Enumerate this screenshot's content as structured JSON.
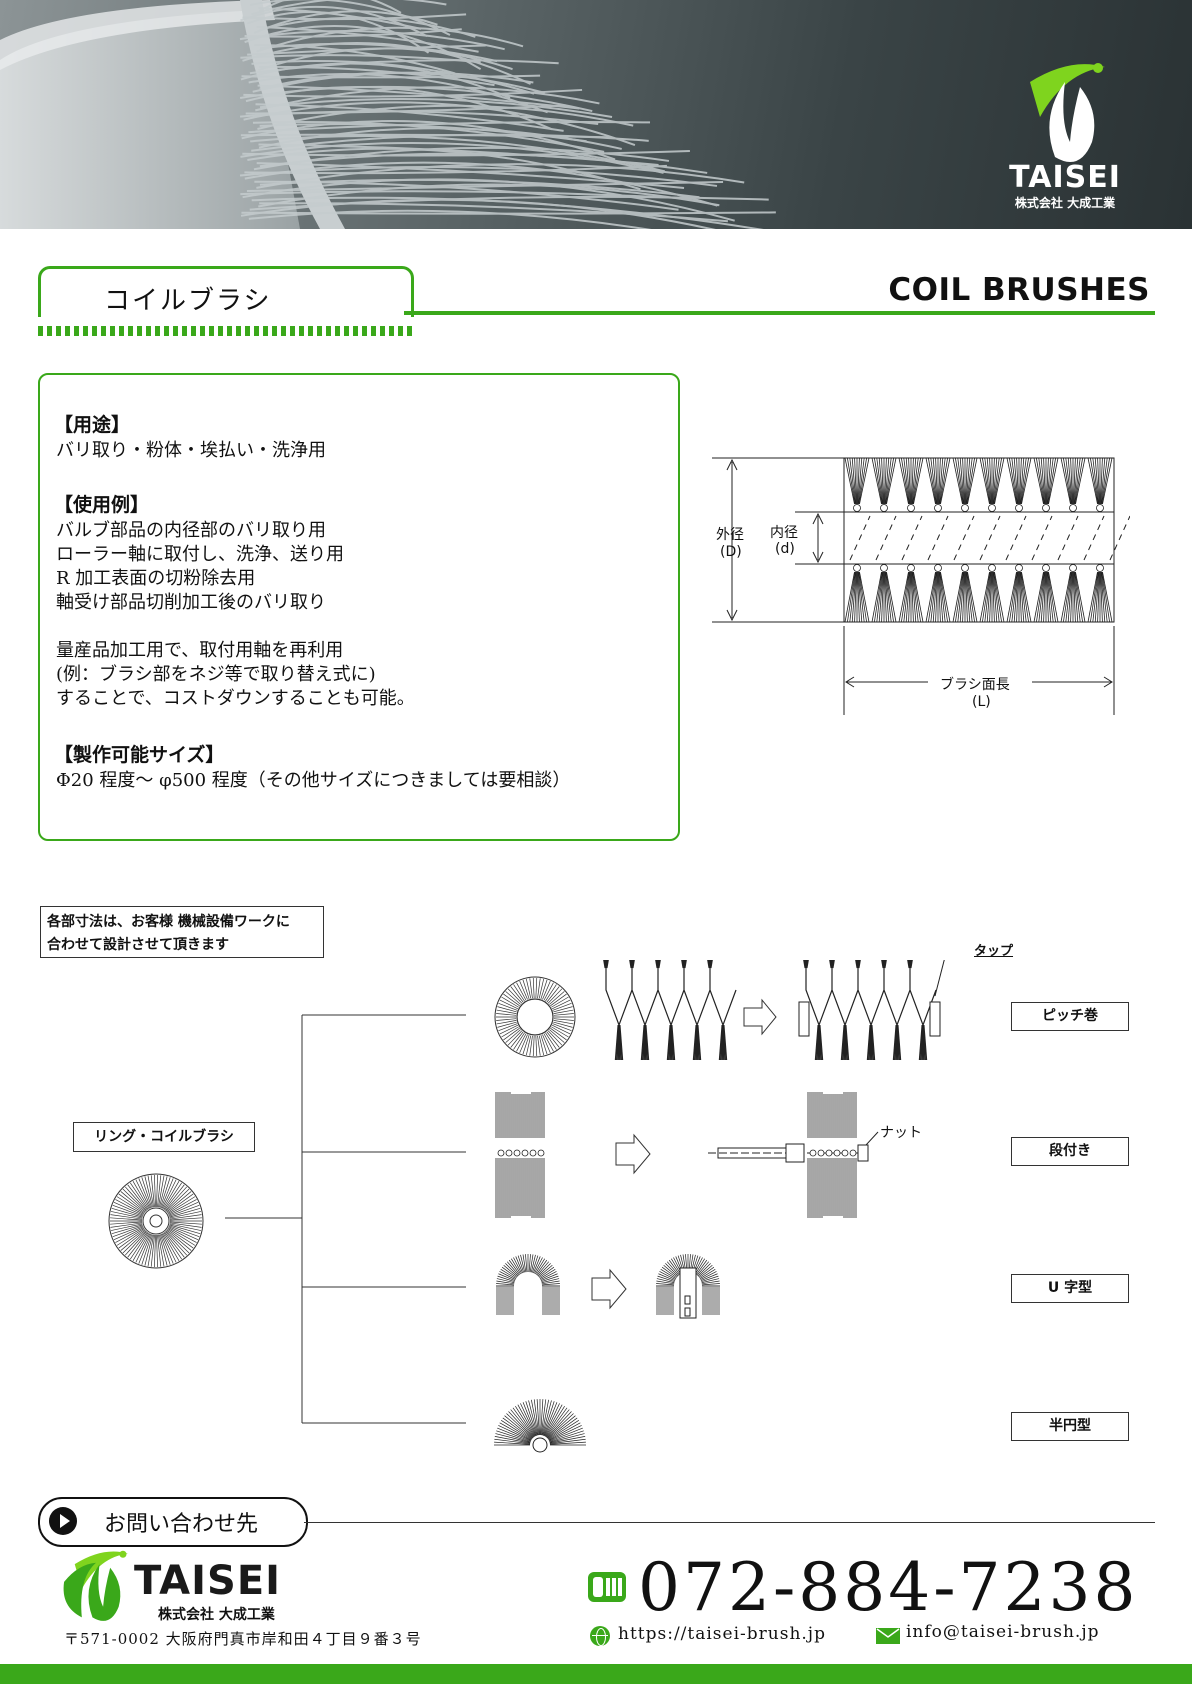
{
  "brand": {
    "name": "TAISEI",
    "company": "株式会社 大成工業",
    "colors": {
      "accent": "#3aa81a",
      "dark": "#2a3234"
    }
  },
  "heading": {
    "jp": "コイルブラシ",
    "en": "COIL BRUSHES"
  },
  "info": {
    "use_title": "【用途】",
    "use_text": "バリ取り・粉体・埃払い・洗浄用",
    "examples_title": "【使用例】",
    "examples": [
      "バルブ部品の内径部のバリ取り用",
      "ローラー軸に取付し、洗浄、送り用",
      "R 加工表面の切粉除去用",
      "軸受け部品切削加工後のバリ取り"
    ],
    "note": [
      "量産品加工用で、取付用軸を再利用",
      "(例：ブラシ部をネジ等で取り替え式に)",
      "することで、コストダウンすることも可能。"
    ],
    "size_title": "【製作可能サイズ】",
    "size_text": "Φ20 程度〜 φ500 程度（その他サイズにつきましては要相談）"
  },
  "dimension": {
    "outer_label": "外径",
    "outer_sym": "(D)",
    "inner_label": "内径",
    "inner_sym": "(d)",
    "length_label": "ブラシ面長",
    "length_sym": "(L)"
  },
  "diagram": {
    "note_line1": "各部寸法は、お客様 機械設備ワークに",
    "note_line2": "合わせて設計させて頂きます",
    "source_label": "リング・コイルブラシ",
    "tap_label": "タップ",
    "nut_label": "ナット",
    "types": [
      "ピッチ巻",
      "段付き",
      "U 字型",
      "半円型"
    ]
  },
  "contact": {
    "heading": "お問い合わせ先",
    "address": "〒571-0002 大阪府門真市岸和田４丁目９番３号",
    "phone": "072-884-7238",
    "url": "https://taisei-brush.jp",
    "email": "info@taisei-brush.jp"
  }
}
